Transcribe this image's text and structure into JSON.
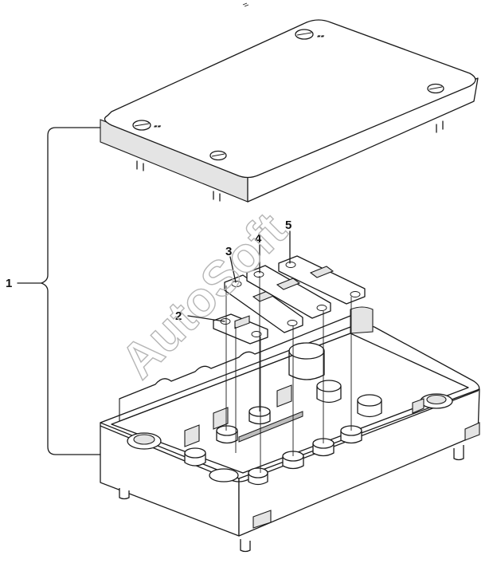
{
  "watermark": "AutoSoft",
  "callouts": {
    "c1": "1",
    "c2": "2",
    "c3": "3",
    "c4": "4",
    "c5": "5"
  },
  "colors": {
    "line": "#1a1a1a",
    "watermark": "#b5b5b5",
    "background": "#ffffff"
  }
}
